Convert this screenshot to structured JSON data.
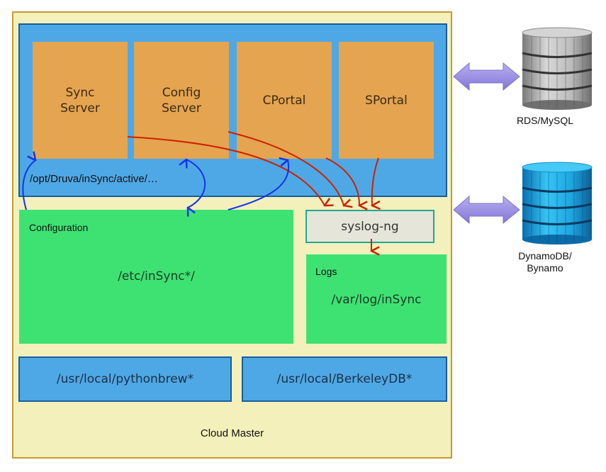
{
  "diagram": {
    "container": {
      "label": "Cloud Master"
    },
    "active_panel": {
      "path_label": "/opt/Druva/inSync/active/…",
      "servers": [
        {
          "label_line1": "Sync",
          "label_line2": "Server"
        },
        {
          "label_line1": "Config",
          "label_line2": "Server"
        },
        {
          "label_line1": "CPortal",
          "label_line2": ""
        },
        {
          "label_line1": "SPortal",
          "label_line2": ""
        }
      ]
    },
    "configuration": {
      "title": "Configuration",
      "path": "/etc/inSync*/"
    },
    "syslog": {
      "label": "syslog-ng"
    },
    "logs": {
      "title": "Logs",
      "path": "/var/log/inSync"
    },
    "libraries": [
      {
        "label": "/usr/local/pythonbrew*"
      },
      {
        "label": "/usr/local/BerkeleyDB*"
      }
    ],
    "databases": [
      {
        "label_line1": "RDS/MySQL",
        "label_line2": "",
        "icon": "database-gray-icon"
      },
      {
        "label_line1": "DynamoDB/",
        "label_line2": "Bynamo",
        "icon": "database-blue-icon"
      }
    ],
    "colors": {
      "container_fill": "#f3f0bb",
      "container_border": "#c89a2e",
      "panel_blue": "#4fa8e6",
      "server_orange": "#e5a44f",
      "config_green": "#3ee273",
      "log_arrow_red": "#cc2200",
      "config_arrow_blue": "#1133ee",
      "connector_purple": "#9c8fe0"
    }
  }
}
